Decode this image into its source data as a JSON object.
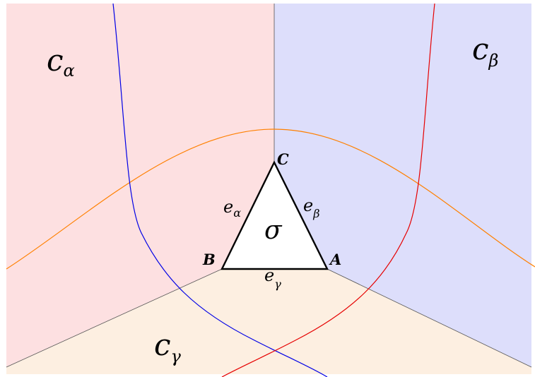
{
  "diagram": {
    "regions": [
      {
        "id": "alpha",
        "base": "c",
        "sub": "α",
        "fill": "#fde0e1"
      },
      {
        "id": "beta",
        "base": "c",
        "sub": "β",
        "fill": "#dddefb"
      },
      {
        "id": "gamma",
        "base": "c",
        "sub": "γ",
        "fill": "#fdefe1"
      }
    ],
    "simplex": {
      "label": "σ"
    },
    "vertices": [
      {
        "id": "A",
        "label": "A"
      },
      {
        "id": "B",
        "label": "B"
      },
      {
        "id": "C",
        "label": "C"
      }
    ],
    "edges": [
      {
        "id": "alpha",
        "base": "e",
        "sub": "α"
      },
      {
        "id": "beta",
        "base": "e",
        "sub": "β"
      },
      {
        "id": "gamma",
        "base": "e",
        "sub": "γ"
      }
    ],
    "curve_colors": {
      "blue": "#0000e6",
      "red": "#e60000",
      "orange": "#ff8000"
    }
  }
}
